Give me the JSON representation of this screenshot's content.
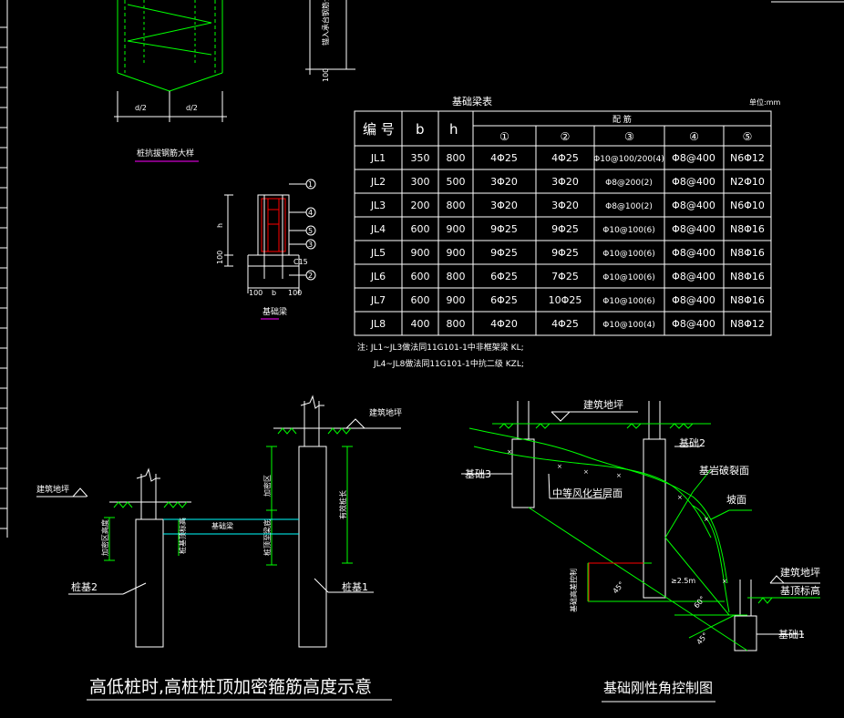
{
  "app": {
    "name": "CAD drawing viewer",
    "background": "#000000",
    "colors": {
      "white_line": "#ffffff",
      "green": "#00ff00",
      "cyan": "#00ffff",
      "red": "#ff0000",
      "magenta": "#ff00ff",
      "dim_green": "#33cc33"
    }
  },
  "top_left": {
    "dim_left": "d/2",
    "dim_right": "d/2",
    "caption": "桩抗拔钢筋大样",
    "dim_vertical": "100",
    "dim_note": "锚入承台钢筋长度"
  },
  "section": {
    "caption": "基础梁",
    "dim_h": "h",
    "dim_100": "100",
    "dim_b": "b",
    "dim_100b": "100",
    "dim_100c": "100",
    "cushion": "C15",
    "markers": [
      "1",
      "4",
      "5",
      "3",
      "2"
    ]
  },
  "table": {
    "title": "基础梁表",
    "unit": "单位:mm",
    "headers": {
      "id": "编 号",
      "b": "b",
      "h": "h",
      "rebar": "配 筋"
    },
    "sub_headers": [
      "①",
      "②",
      "③",
      "④",
      "⑤"
    ],
    "rows": [
      {
        "id": "JL1",
        "b": "350",
        "h": "800",
        "c1": "4Φ25",
        "c2": "4Φ25",
        "c3": "Φ10@100/200(4)",
        "c4": "Φ8@400",
        "c5": "N6Φ12"
      },
      {
        "id": "JL2",
        "b": "300",
        "h": "500",
        "c1": "3Φ20",
        "c2": "3Φ20",
        "c3": "Φ8@200(2)",
        "c4": "Φ8@400",
        "c5": "N2Φ10"
      },
      {
        "id": "JL3",
        "b": "200",
        "h": "800",
        "c1": "3Φ20",
        "c2": "3Φ20",
        "c3": "Φ8@100(2)",
        "c4": "Φ8@400",
        "c5": "N6Φ10"
      },
      {
        "id": "JL4",
        "b": "600",
        "h": "900",
        "c1": "9Φ25",
        "c2": "9Φ25",
        "c3": "Φ10@100(6)",
        "c4": "Φ8@400",
        "c5": "N8Φ16"
      },
      {
        "id": "JL5",
        "b": "900",
        "h": "900",
        "c1": "9Φ25",
        "c2": "9Φ25",
        "c3": "Φ10@100(6)",
        "c4": "Φ8@400",
        "c5": "N8Φ16"
      },
      {
        "id": "JL6",
        "b": "600",
        "h": "800",
        "c1": "6Φ25",
        "c2": "7Φ25",
        "c3": "Φ10@100(6)",
        "c4": "Φ8@400",
        "c5": "N8Φ16"
      },
      {
        "id": "JL7",
        "b": "600",
        "h": "900",
        "c1": "6Φ25",
        "c2": "10Φ25",
        "c3": "Φ10@100(6)",
        "c4": "Φ8@400",
        "c5": "N8Φ16"
      },
      {
        "id": "JL8",
        "b": "400",
        "h": "800",
        "c1": "4Φ20",
        "c2": "4Φ25",
        "c3": "Φ10@100(4)",
        "c4": "Φ8@400",
        "c5": "N8Φ12"
      }
    ],
    "note1": "注: JL1~JL3做法同11G101-1中非框架梁 KL;",
    "note2": "JL4~JL8做法同11G101-1中抗二级 KZL;"
  },
  "pile_diagram": {
    "title": "高低桩时,高桩桩顶加密箍筋高度示意",
    "label_grade_left": "建筑地坪",
    "label_grade_right": "建筑地坪",
    "pile_left": "桩基2",
    "pile_right": "桩基1",
    "beam_label": "基础梁",
    "dim_left": "加密区高度",
    "dim_mid": "桩基顶标高",
    "dim_right1": "加密区",
    "dim_right2": "有效桩长",
    "dim_right3": "桩顶至梁底"
  },
  "rigid_diagram": {
    "title": "基础刚性角控制图",
    "label_grade_top": "建筑地坪",
    "label_grade_right": "建筑地坪",
    "label_base_elev": "基顶标高",
    "found3": "基础3",
    "found2": "基础2",
    "found1": "基础1",
    "rock_surface": "基岩破裂面",
    "slope": "坡面",
    "weathered": "中等风化岩层面",
    "angle1": "45°",
    "angle2": "60°",
    "angle3": "45°",
    "dist": "≥2.5m",
    "vert_label": "基础高差控制"
  }
}
